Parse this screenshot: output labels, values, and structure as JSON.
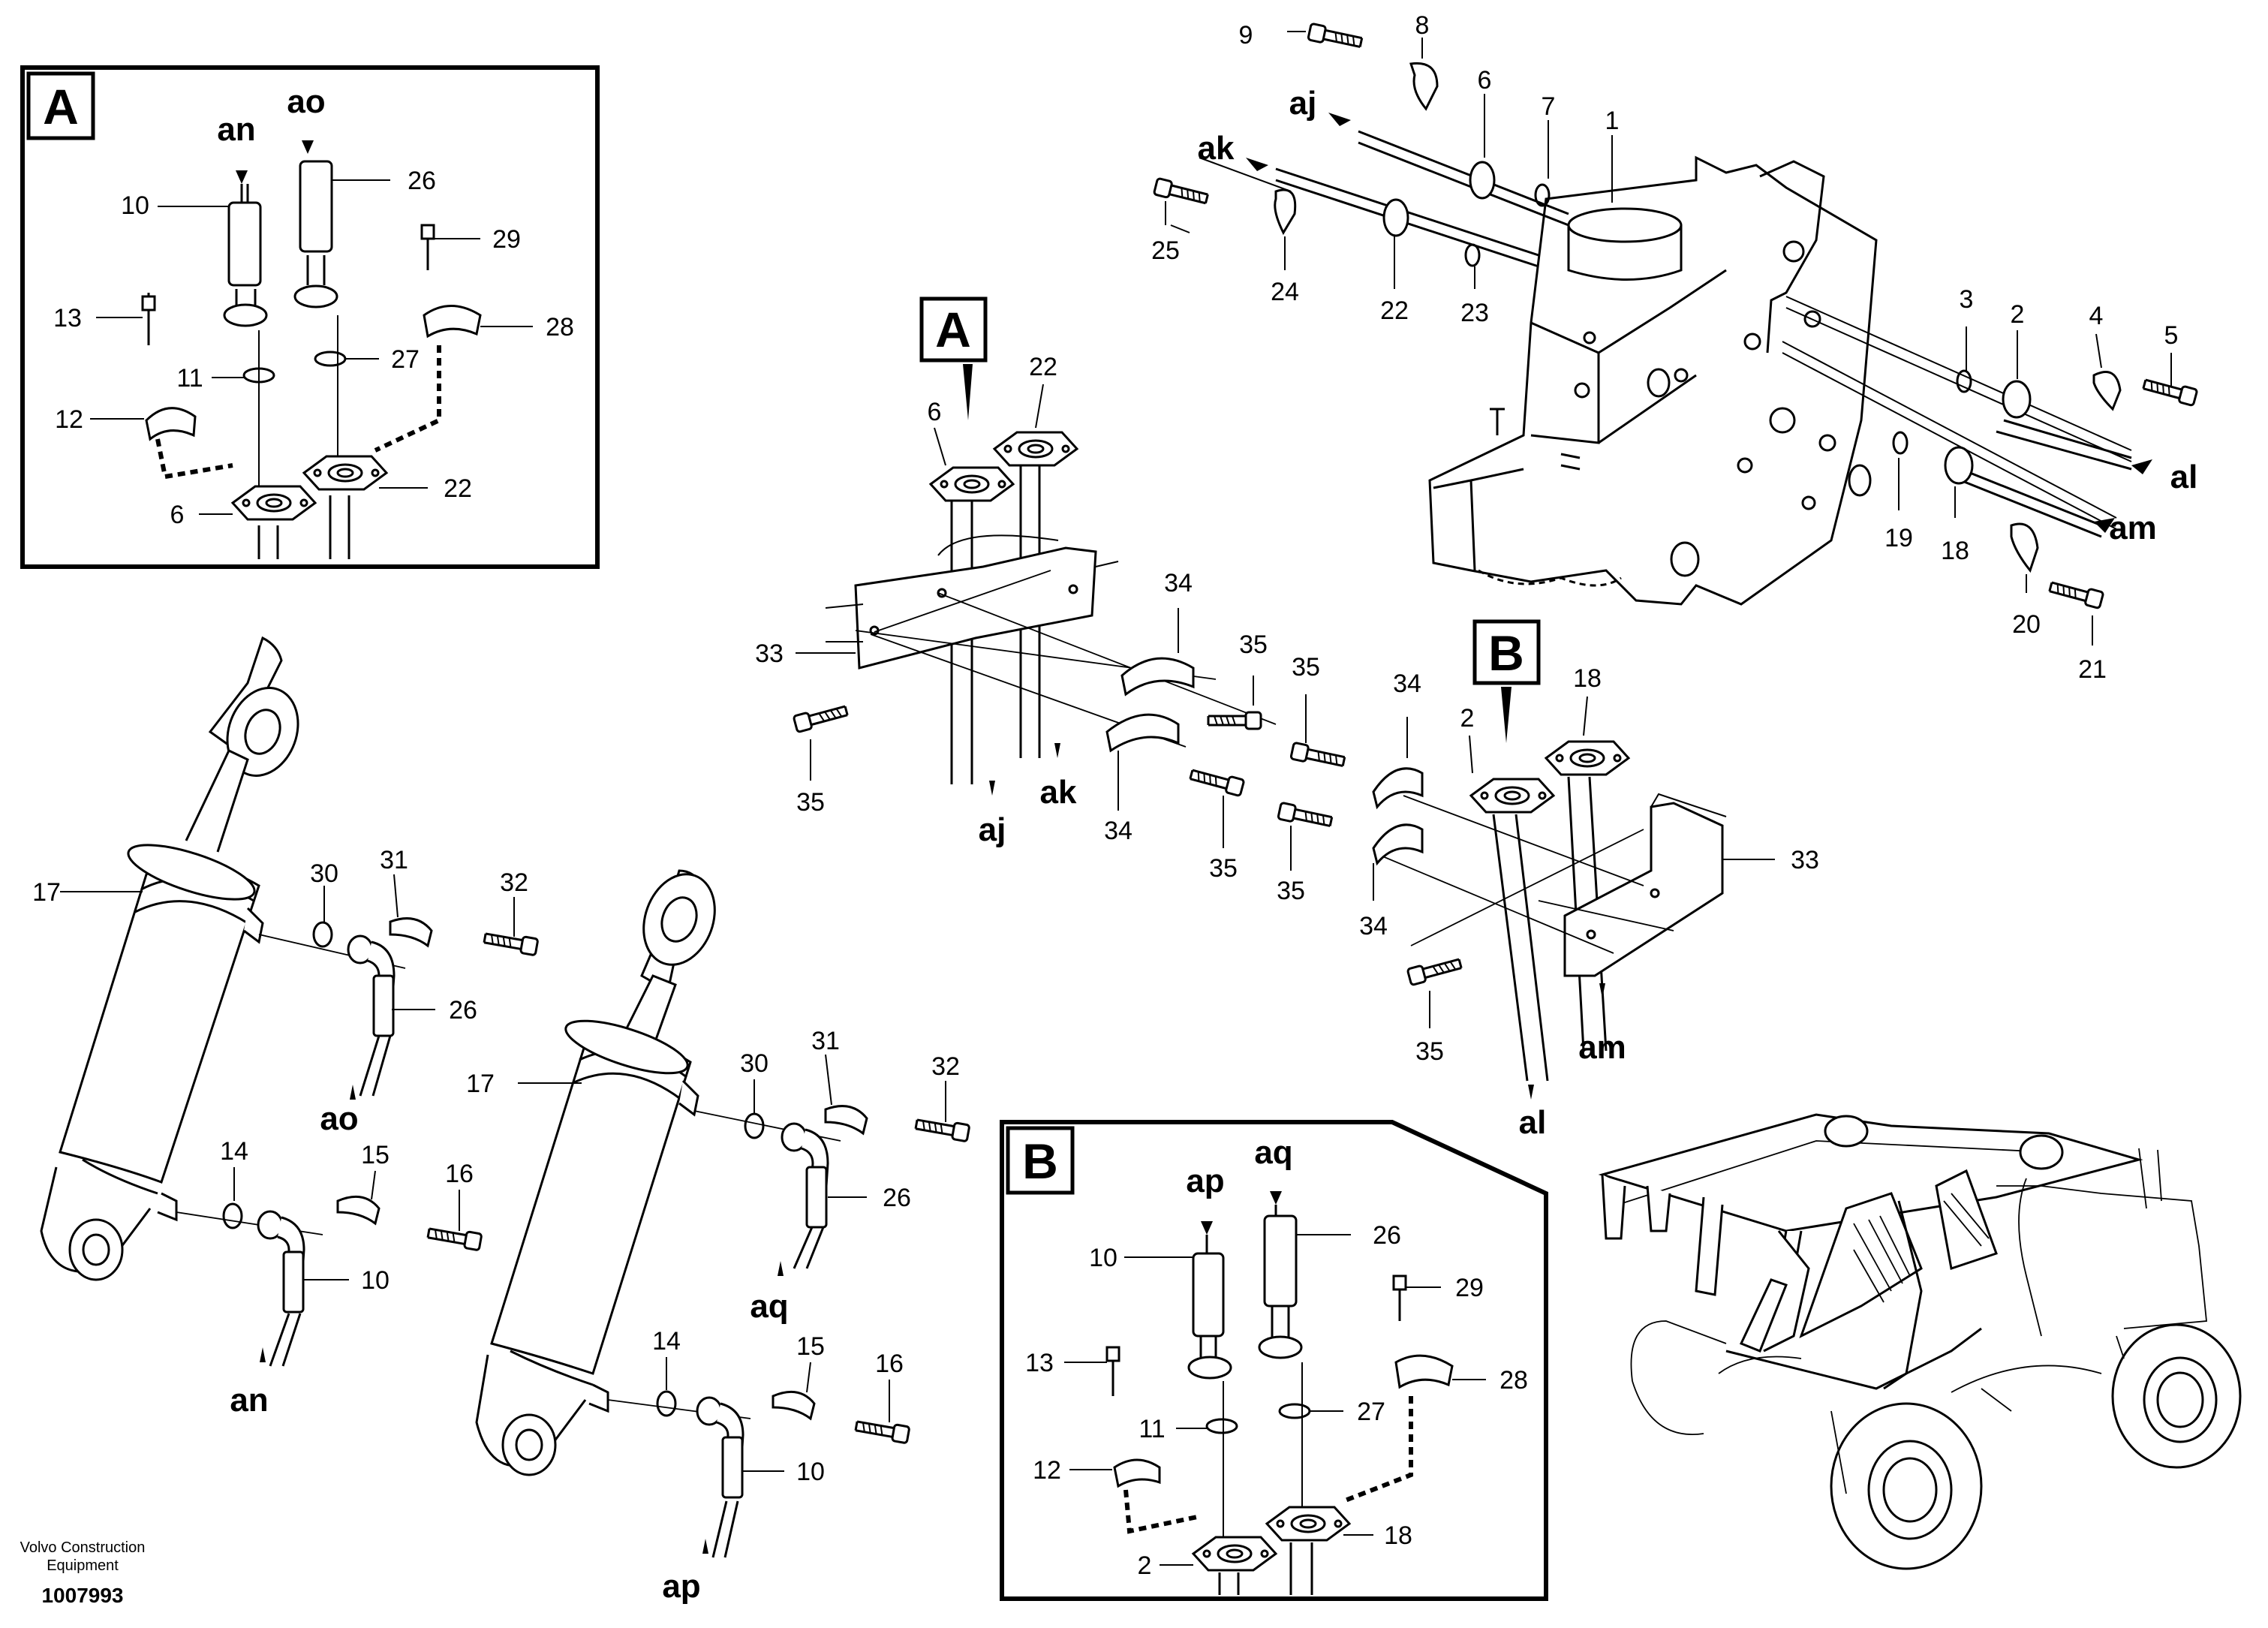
{
  "footer": {
    "company_line1": "Volvo Construction",
    "company_line2": "Equipment",
    "doc_number": "1007993"
  },
  "inset_A": {
    "title": "A",
    "labels": {
      "an": "an",
      "ao": "ao",
      "n10": "10",
      "n26": "26",
      "n29": "29",
      "n13": "13",
      "n28": "28",
      "n11": "11",
      "n27": "27",
      "n12": "12",
      "n6": "6",
      "n22": "22"
    }
  },
  "inset_B": {
    "title": "B",
    "labels": {
      "ap": "ap",
      "aq": "aq",
      "n10": "10",
      "n26": "26",
      "n29": "29",
      "n13": "13",
      "n28": "28",
      "n11": "11",
      "n27": "27",
      "n12": "12",
      "n2": "2",
      "n18": "18"
    }
  },
  "pointer_A": {
    "title": "A",
    "n6": "6",
    "n22": "22",
    "n33": "33",
    "n34a": "34",
    "n35a": "35",
    "n35b": "35",
    "n34b": "34",
    "n35c": "35",
    "aj": "aj",
    "ak": "ak"
  },
  "pointer_B": {
    "title": "B",
    "n35a": "35",
    "n34a": "34",
    "n2": "2",
    "n18": "18",
    "n33": "33",
    "n35b": "35",
    "n34b": "34",
    "n35c": "35",
    "am": "am",
    "al": "al"
  },
  "valve": {
    "n9": "9",
    "n8": "8",
    "aj": "aj",
    "n6": "6",
    "n7": "7",
    "n1": "1",
    "ak": "ak",
    "n25": "25",
    "n24": "24",
    "n22": "22",
    "n23": "23",
    "n3": "3",
    "n2": "2",
    "n4": "4",
    "n5": "5",
    "al": "al",
    "n19": "19",
    "n18": "18",
    "am": "am",
    "n20": "20",
    "n21": "21"
  },
  "cylinder_left": {
    "n17": "17",
    "n30": "30",
    "n31": "31",
    "n32": "32",
    "n26": "26",
    "ao": "ao",
    "n14": "14",
    "n15": "15",
    "n16": "16",
    "n10": "10",
    "an": "an"
  },
  "cylinder_right": {
    "n17": "17",
    "n30": "30",
    "n31": "31",
    "n32": "32",
    "n26": "26",
    "aq": "aq",
    "n14": "14",
    "n15": "15",
    "n16": "16",
    "n10": "10",
    "ap": "ap"
  }
}
